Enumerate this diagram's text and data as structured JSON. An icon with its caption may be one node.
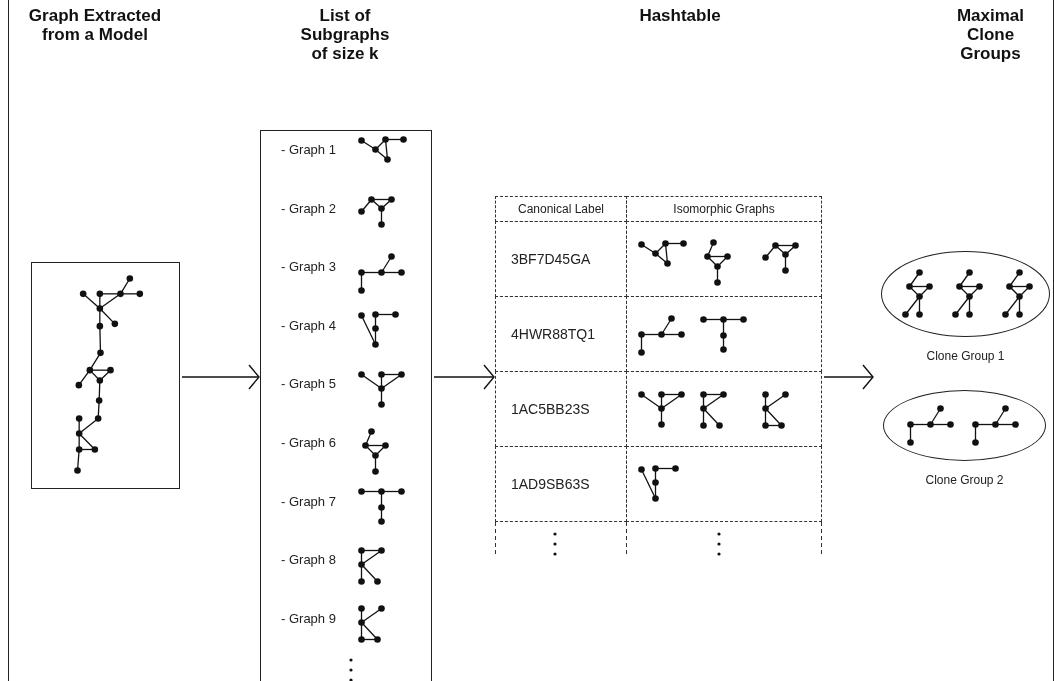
{
  "diagram": {
    "nodes": [
      {
        "text": [],
        "shape": "box"
      },
      {
        "text": [
          "- Graph 1",
          "- Graph 2",
          "- Graph 3",
          "- Graph 4",
          "- Graph 5",
          "- Graph 6",
          "- Graph 7",
          "- Graph 8",
          "- Graph 9"
        ]
      },
      {
        "text": [
          "Canonical Label",
          "Isomorphic Graphs",
          "3BF7D45GA",
          "4HWR88TQ1",
          "1AC5BB23S",
          "1AD9SB63S"
        ]
      },
      {
        "text": [],
        "shape": "ellipse",
        "beside": [
          "Clone Group 1"
        ]
      },
      {
        "text": [],
        "shape": "ellipse",
        "beside": [
          "Clone Group 2"
        ]
      }
    ],
    "edges": [
      {
        "from": 0,
        "to": 1,
        "arrow": "to"
      },
      {
        "from": 1,
        "to": 2,
        "arrow": "to"
      },
      {
        "from": 2,
        "to": 4,
        "arrow": "to"
      }
    ],
    "labels": [
      "Graph Extracted from a Model",
      "List of Subgraphs of size k",
      "Hashtable",
      "Maximal Clone Groups"
    ]
  }
}
